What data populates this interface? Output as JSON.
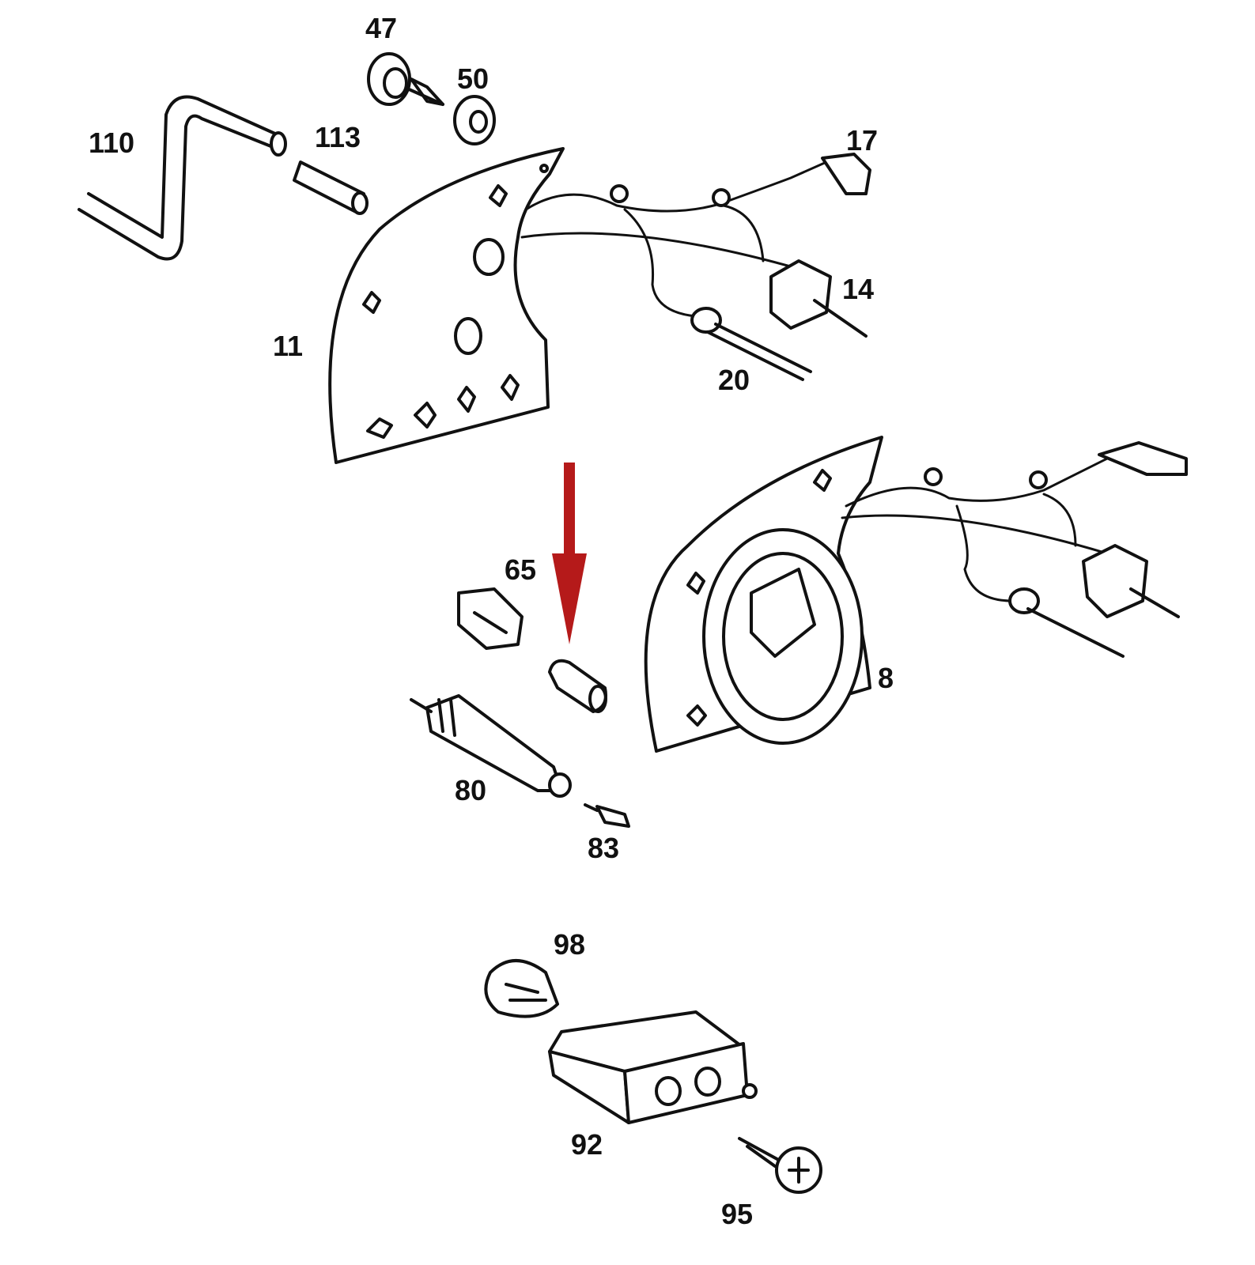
{
  "diagram": {
    "type": "exploded parts diagram - instrument cluster",
    "labels": {
      "p47": "47",
      "p50": "50",
      "p110": "110",
      "p113": "113",
      "p17": "17",
      "p14": "14",
      "p11": "11",
      "p20": "20",
      "p65": "65",
      "p8": "8",
      "p80": "80",
      "p83": "83",
      "p98": "98",
      "p92": "92",
      "p95": "95"
    },
    "highlight_arrow_color": "#b51a1a",
    "highlighted_part": "bulb"
  }
}
